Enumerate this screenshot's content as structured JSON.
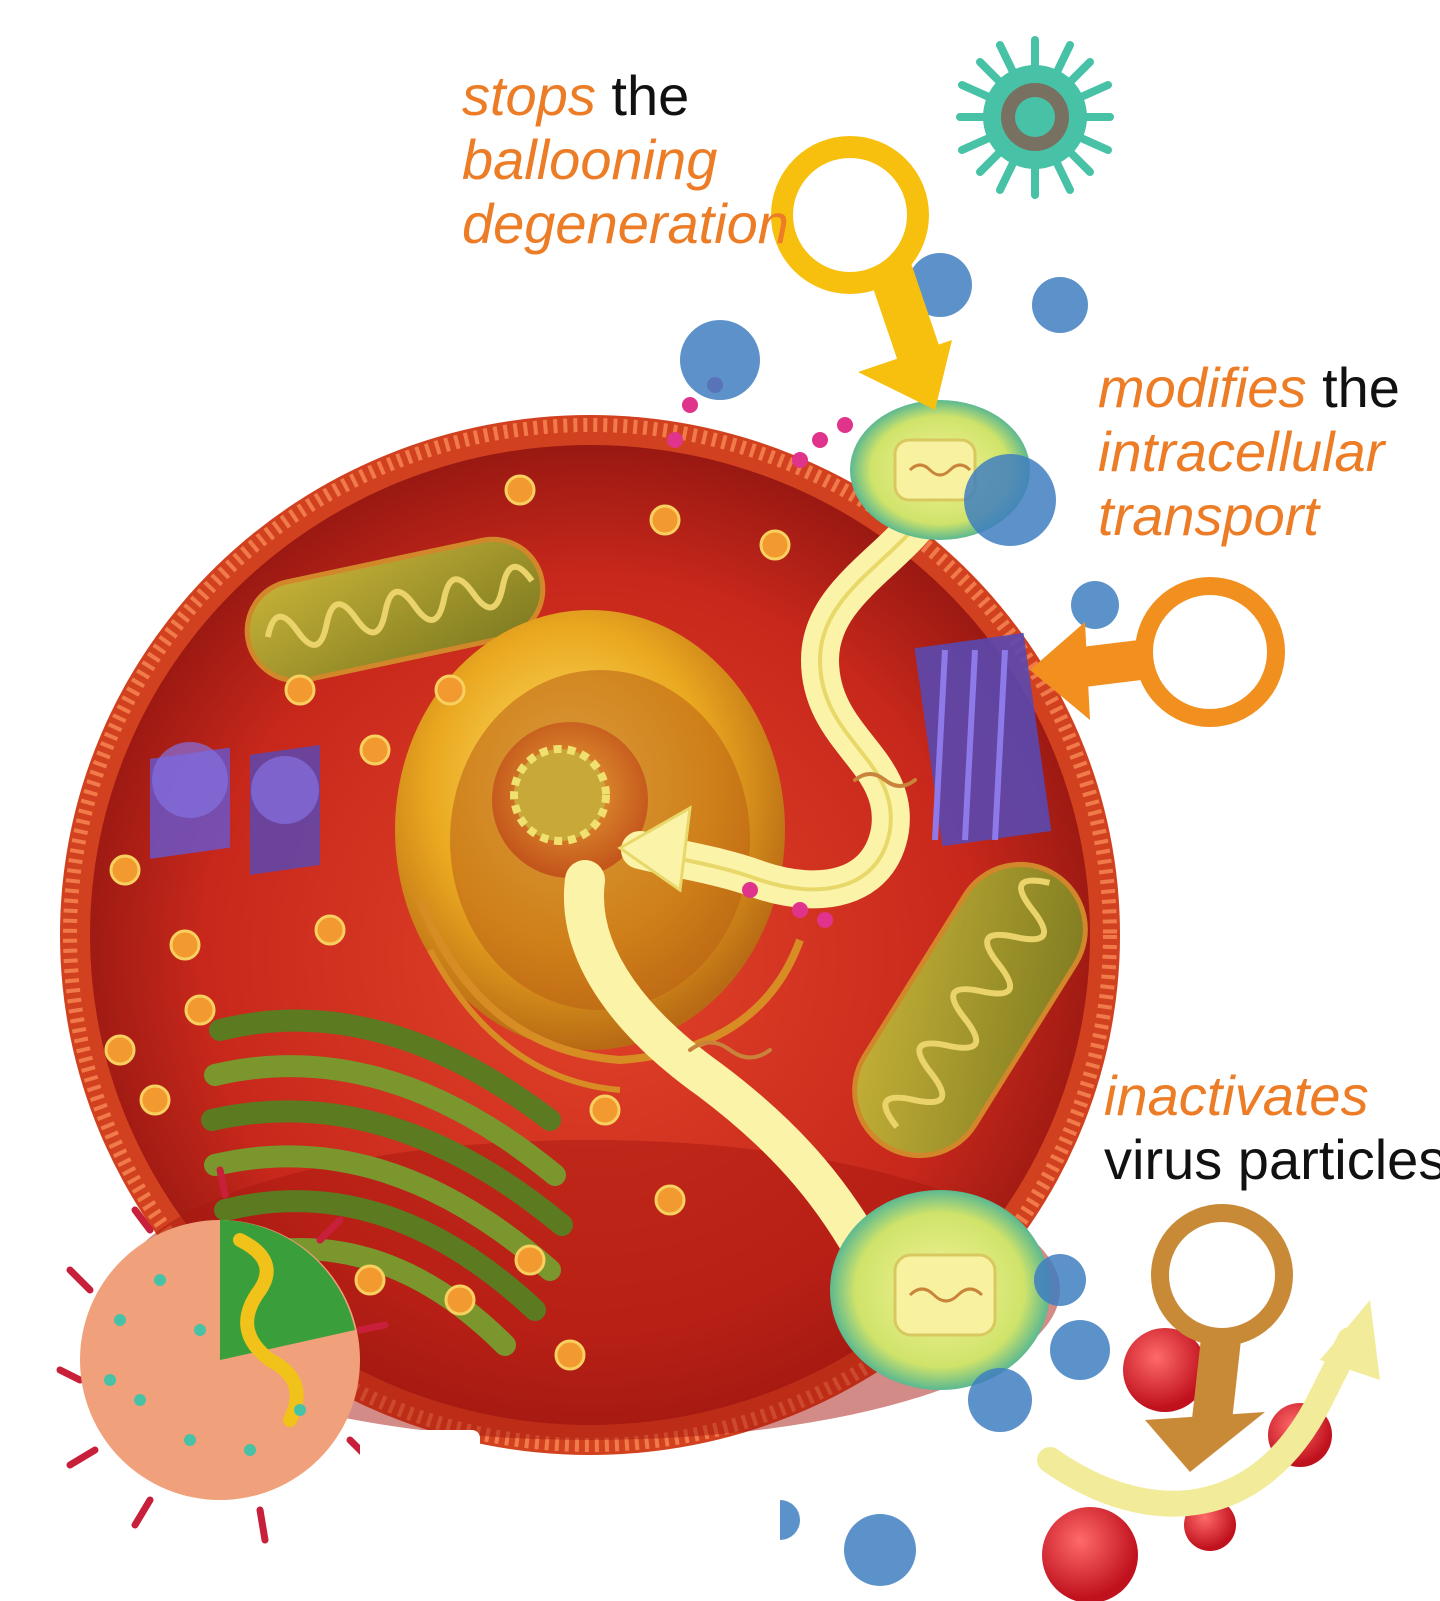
{
  "colors": {
    "accent_orange": "#ec7c25",
    "text_dark": "#111111",
    "cell_red": "#d4321f",
    "cell_membrane": "#e8552c",
    "nucleus_yellow": "#f1c21a",
    "golgi_green": "#6f8a2a",
    "mito_olive": "#9c9c2a",
    "microtubule_blue": "#6a55c8",
    "path_yellow": "#fbf3a8",
    "marker_gold": "#f7c00f",
    "marker_orange": "#f2901f",
    "marker_brown": "#c98a38",
    "virus_teal": "#48c2a6",
    "virus_blue": "#3f7fc0",
    "virion_red": "#e0222e",
    "flu_orange": "#f0a07a"
  },
  "callouts": [
    {
      "id": "balloon",
      "emphasis": "stops",
      "plain": " the",
      "lines": [
        "ballooning",
        "degeneration"
      ],
      "marker_icon": "magnifier-pin-icon"
    },
    {
      "id": "transport",
      "emphasis": "modifies",
      "plain": " the",
      "lines": [
        "intracellular",
        "transport"
      ],
      "marker_icon": "magnifier-pin-icon"
    },
    {
      "id": "inactivate",
      "emphasis": "inactivates",
      "plain": "",
      "lines": [
        "virus particles"
      ],
      "marker_icon": "magnifier-pin-icon"
    }
  ]
}
